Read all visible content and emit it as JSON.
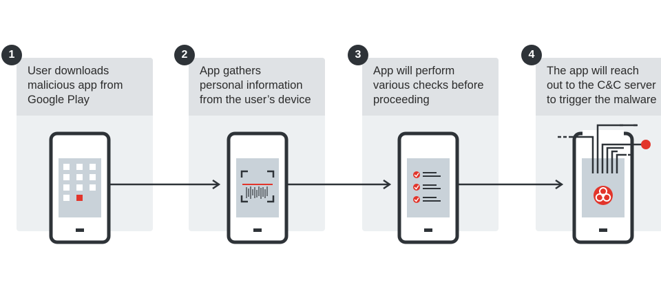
{
  "steps": [
    {
      "number": "1",
      "text": "User downloads\nmalicious app from\nGoogle Play"
    },
    {
      "number": "2",
      "text": "App gathers\npersonal information\nfrom the user’s device"
    },
    {
      "number": "3",
      "text": "App will perform\nvarious checks before\nproceeding"
    },
    {
      "number": "4",
      "text": "The app will reach\nout to the C&C server\nto trigger the malware"
    }
  ],
  "colors": {
    "dark": "#2e3338",
    "accent": "#e2352b",
    "card": "#edf0f2",
    "card_header": "#dfe2e5",
    "screen": "#c9d2d9"
  },
  "icons": [
    "app-grid-icon",
    "qr-scan-icon",
    "checklist-icon",
    "biohazard-icon"
  ]
}
